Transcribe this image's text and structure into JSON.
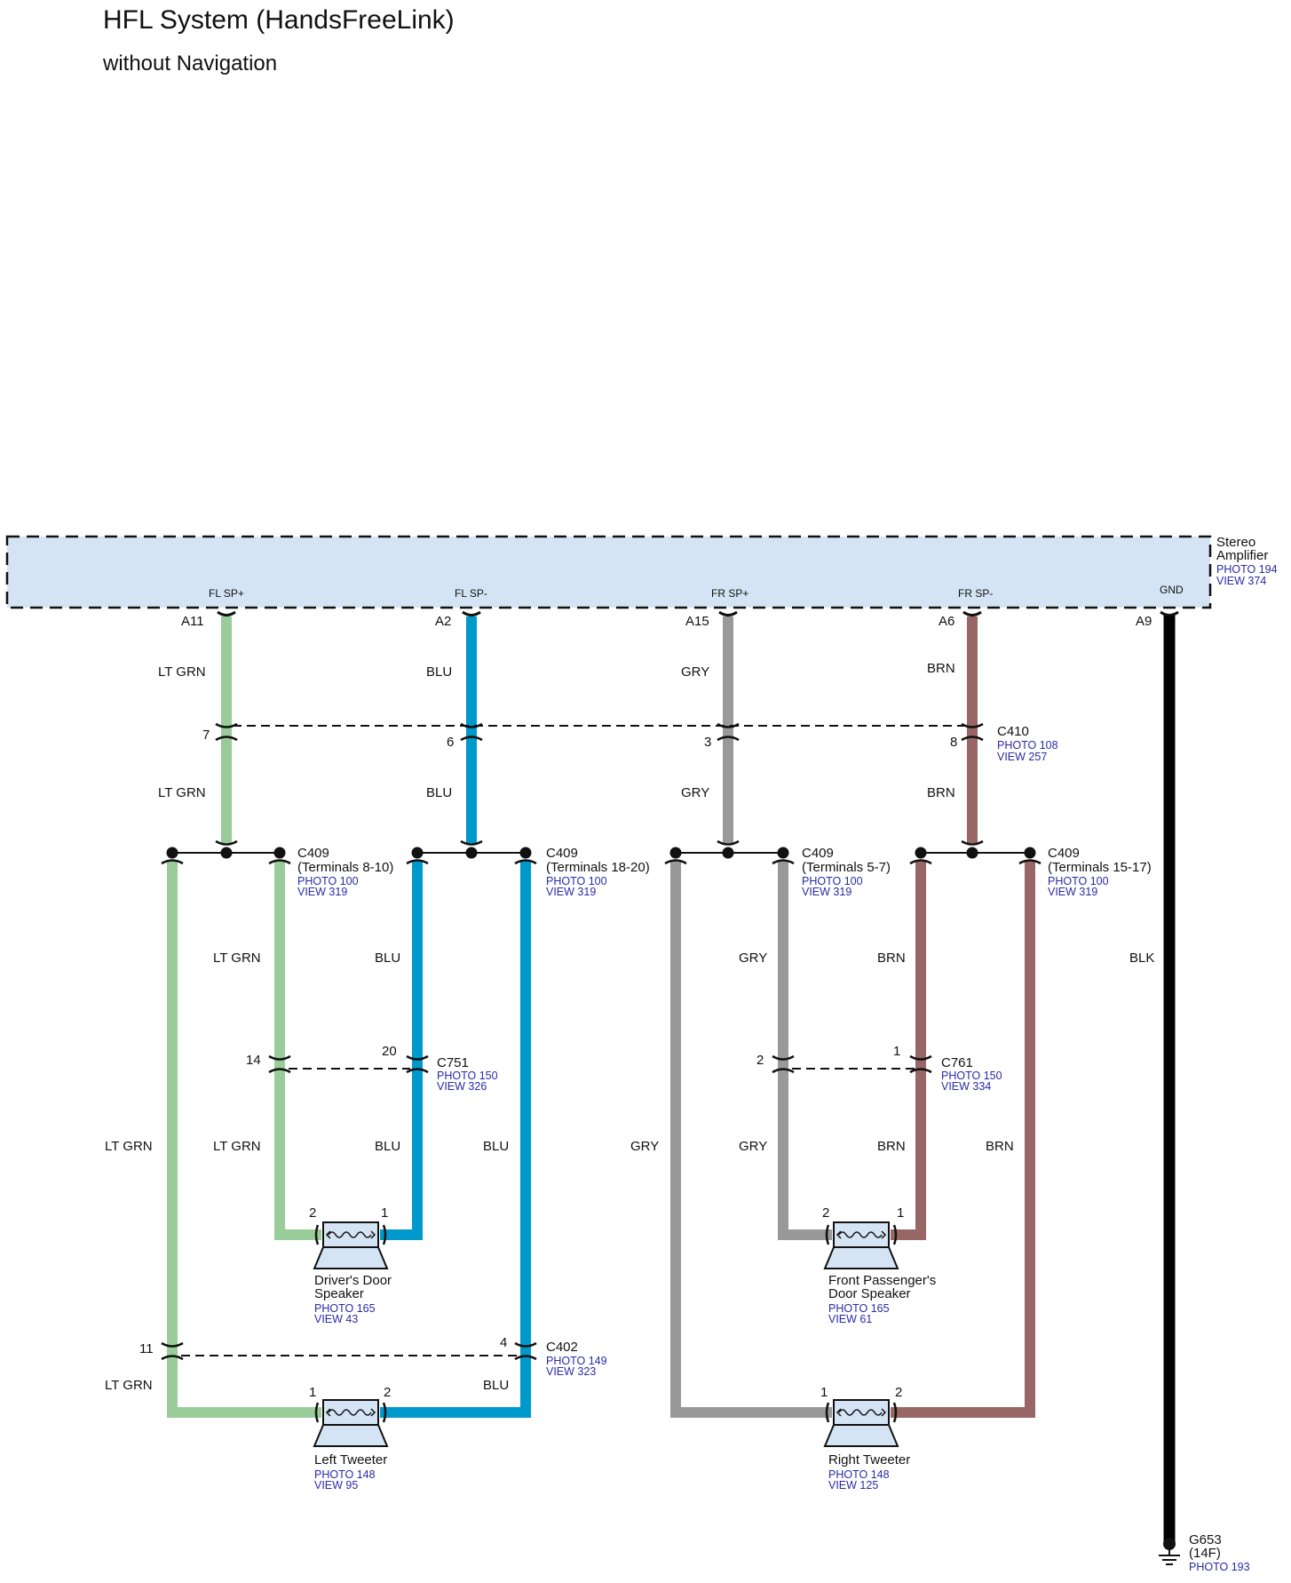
{
  "title": "HFL System (HandsFreeLink)",
  "subtitle": "without Navigation",
  "colors": {
    "lt_grn": "#99cc99",
    "blu": "#0099cc",
    "gry": "#999999",
    "brn": "#996666",
    "blk": "#000000",
    "amp_fill": "#d4e4f4",
    "ref_text": "#2a2aa8"
  },
  "amplifier": {
    "name_line1": "Stereo",
    "name_line2": "Amplifier",
    "photo": "PHOTO 194",
    "view": "VIEW 374",
    "terminals": {
      "fl_sp_plus": "FL SP+",
      "fl_sp_minus": "FL SP-",
      "fr_sp_plus": "FR SP+",
      "fr_sp_minus": "FR SP-",
      "gnd": "GND"
    },
    "pins": {
      "a11": "A11",
      "a2": "A2",
      "a15": "A15",
      "a6": "A6",
      "a9": "A9"
    }
  },
  "wires": {
    "lt_grn": "LT GRN",
    "blu": "BLU",
    "gry": "GRY",
    "brn": "BRN",
    "blk": "BLK"
  },
  "c410": {
    "name": "C410",
    "photo": "PHOTO 108",
    "view": "VIEW 257",
    "pins": [
      "7",
      "6",
      "3",
      "8"
    ]
  },
  "c409": [
    {
      "name": "C409",
      "terms": "(Terminals 8-10)",
      "photo": "PHOTO 100",
      "view": "VIEW 319"
    },
    {
      "name": "C409",
      "terms": "(Terminals 18-20)",
      "photo": "PHOTO 100",
      "view": "VIEW 319"
    },
    {
      "name": "C409",
      "terms": "(Terminals 5-7)",
      "photo": "PHOTO 100",
      "view": "VIEW 319"
    },
    {
      "name": "C409",
      "terms": "(Terminals 15-17)",
      "photo": "PHOTO 100",
      "view": "VIEW 319"
    }
  ],
  "c751": {
    "name": "C751",
    "photo": "PHOTO 150",
    "view": "VIEW 326",
    "pins": [
      "14",
      "20"
    ]
  },
  "c761": {
    "name": "C761",
    "photo": "PHOTO 150",
    "view": "VIEW 334",
    "pins": [
      "2",
      "1"
    ]
  },
  "c402": {
    "name": "C402",
    "photo": "PHOTO 149",
    "view": "VIEW 323",
    "pins": [
      "11",
      "4"
    ]
  },
  "drivers_speaker": {
    "line1": "Driver's Door",
    "line2": "Speaker",
    "photo": "PHOTO 165",
    "view": "VIEW 43",
    "pins": [
      "2",
      "1"
    ]
  },
  "passenger_speaker": {
    "line1": "Front Passenger's",
    "line2": "Door Speaker",
    "photo": "PHOTO 165",
    "view": "VIEW 61",
    "pins": [
      "2",
      "1"
    ]
  },
  "left_tweeter": {
    "line1": "Left Tweeter",
    "photo": "PHOTO 148",
    "view": "VIEW 95",
    "pins": [
      "1",
      "2"
    ]
  },
  "right_tweeter": {
    "line1": "Right Tweeter",
    "photo": "PHOTO 148",
    "view": "VIEW 125",
    "pins": [
      "1",
      "2"
    ]
  },
  "ground": {
    "name": "G653",
    "loc": "(14F)",
    "photo": "PHOTO 193"
  }
}
